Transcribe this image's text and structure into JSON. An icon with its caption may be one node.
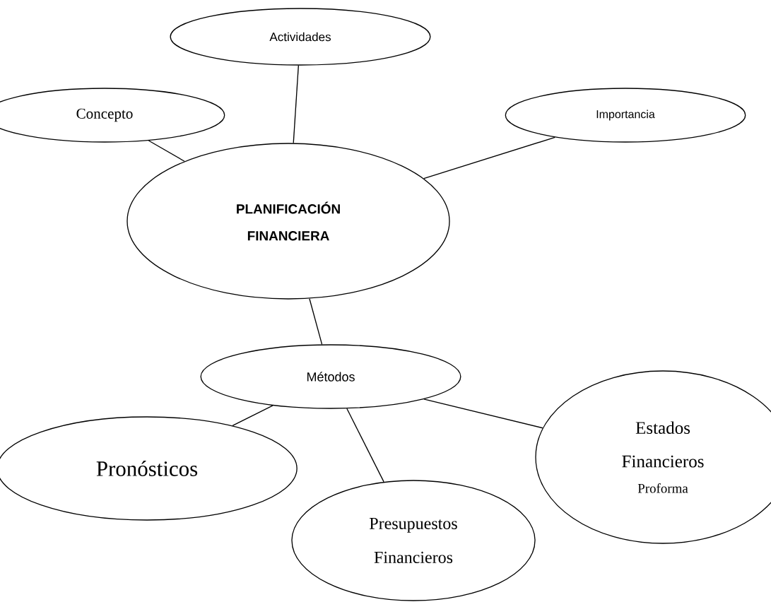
{
  "diagram": {
    "nodes": [
      {
        "text": [
          "Actividades"
        ]
      },
      {
        "text": [
          "Concepto"
        ]
      },
      {
        "text": [
          "Importancia"
        ]
      },
      {
        "text": [
          "PLANIFICACIÓN FINANCIERA"
        ]
      },
      {
        "text": [
          "Métodos"
        ]
      },
      {
        "text": [
          "Pronósticos"
        ]
      },
      {
        "text": [
          "Presupuestos Financieros"
        ]
      },
      {
        "text": [
          "Estados Financieros",
          "Proforma"
        ]
      }
    ],
    "edges": [
      {
        "from": 1,
        "to": 3,
        "arrow": "none"
      },
      {
        "from": 0,
        "to": 3,
        "arrow": "none"
      },
      {
        "from": 2,
        "to": 3,
        "arrow": "none"
      },
      {
        "from": 3,
        "to": 4,
        "arrow": "none"
      },
      {
        "from": 4,
        "to": 5,
        "arrow": "none"
      },
      {
        "from": 4,
        "to": 6,
        "arrow": "none"
      },
      {
        "from": 4,
        "to": 7,
        "arrow": "none"
      }
    ]
  }
}
